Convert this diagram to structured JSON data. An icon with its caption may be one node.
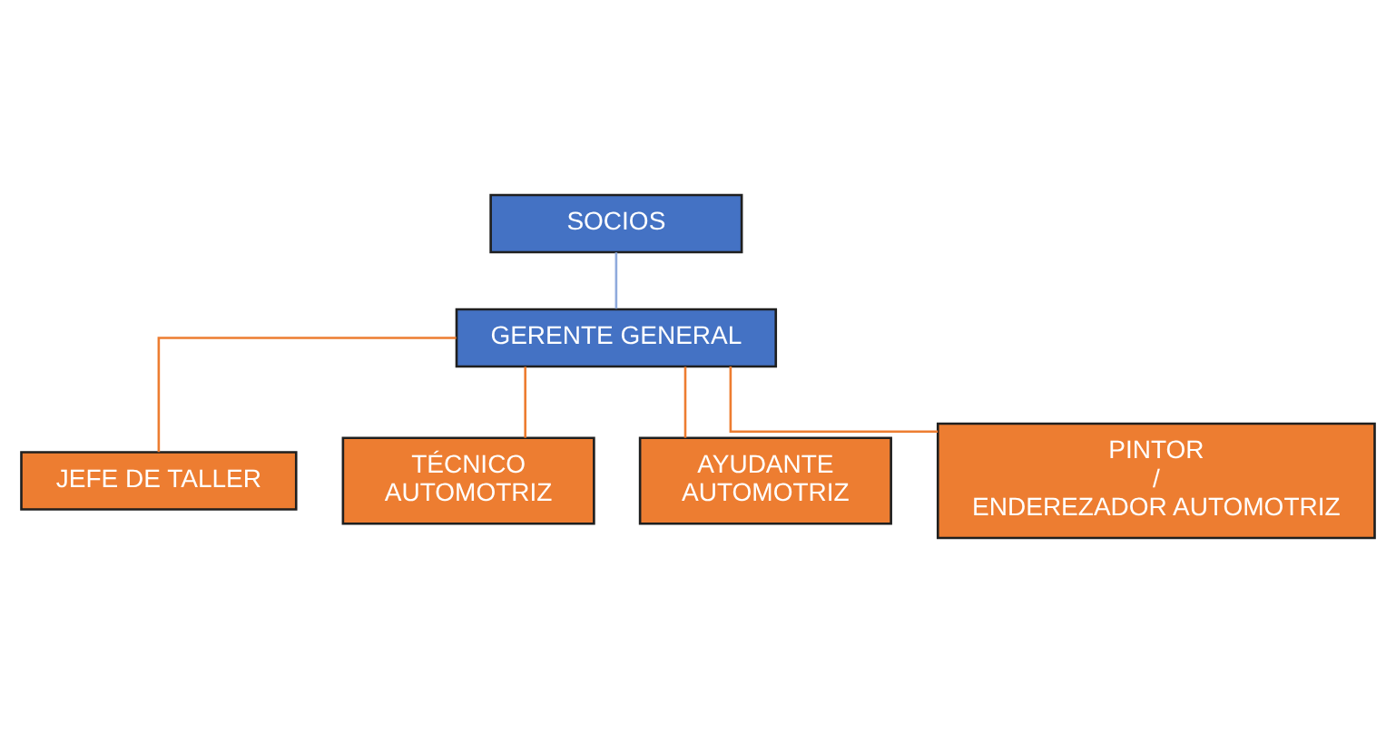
{
  "diagram": {
    "nodes": [
      {
        "text": [
          "SOCIOS"
        ]
      },
      {
        "text": [
          "GERENTE GENERAL"
        ]
      },
      {
        "text": [
          "JEFE DE TALLER"
        ]
      },
      {
        "text": [
          "TÉCNICO AUTOMOTRIZ"
        ]
      },
      {
        "text": [
          "AYUDANTE AUTOMOTRIZ"
        ]
      },
      {
        "text": [
          "PINTOR / ENDEREZADOR AUTOMOTRIZ"
        ]
      }
    ],
    "edges": [
      {
        "from": 0,
        "to": 1,
        "arrow": "none",
        "color": "#8faadc"
      },
      {
        "from": 1,
        "to": 2,
        "arrow": "none"
      },
      {
        "from": 1,
        "to": 3,
        "arrow": "none"
      },
      {
        "from": 1,
        "to": 4,
        "arrow": "none"
      },
      {
        "from": 1,
        "to": 5,
        "arrow": "none"
      }
    ]
  }
}
